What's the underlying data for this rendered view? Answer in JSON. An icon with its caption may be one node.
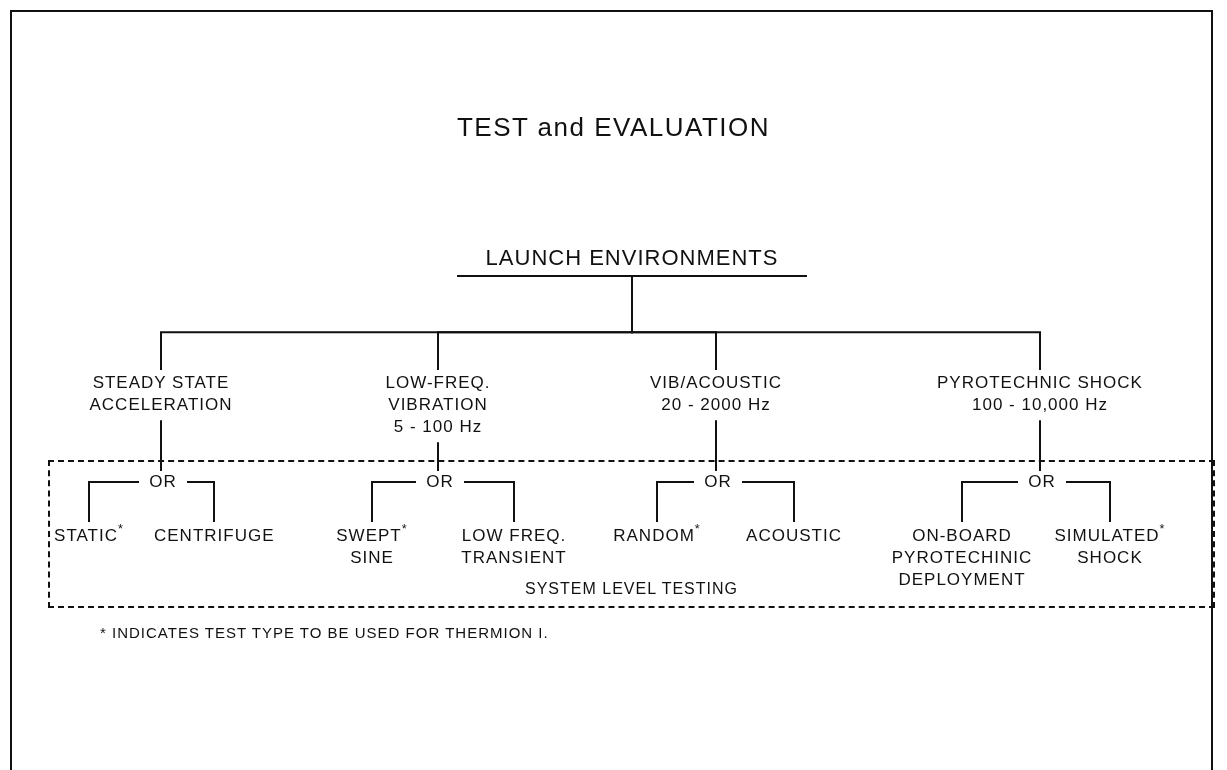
{
  "diagram": {
    "title": "TEST and EVALUATION",
    "nodes": [
      {
        "text": [
          "LAUNCH ENVIRONMENTS"
        ]
      },
      {
        "text": [
          "STEADY STATE ACCELERATION"
        ]
      },
      {
        "text": [
          "LOW-FREQ. VIBRATION",
          "5 - 100 Hz"
        ]
      },
      {
        "text": [
          "VIB/ACOUSTIC",
          "20 - 2000 Hz"
        ]
      },
      {
        "text": [
          "PYROTECHNIC SHOCK",
          "100 - 10,000 Hz"
        ]
      },
      {
        "text": [
          "SYSTEM LEVEL TESTING"
        ]
      },
      {
        "text": [
          "OR"
        ],
        "in": 5
      },
      {
        "text": [
          "STATIC$^{*}$"
        ],
        "in": 5
      },
      {
        "text": [
          "CENTRIFUGE"
        ],
        "in": 5
      },
      {
        "text": [
          "OR"
        ],
        "in": 5
      },
      {
        "text": [
          "SWEPT$^{*}$ SINE"
        ],
        "in": 5
      },
      {
        "text": [
          "LOW FREQ. TRANSIENT"
        ],
        "in": 5
      },
      {
        "text": [
          "OR"
        ],
        "in": 5
      },
      {
        "text": [
          "RANDOM$^{*}$"
        ],
        "in": 5
      },
      {
        "text": [
          "ACOUSTIC"
        ],
        "in": 5
      },
      {
        "text": [
          "OR"
        ],
        "in": 5
      },
      {
        "text": [
          "ON-BOARD PYROTECHINIC DEPLOYMENT"
        ],
        "in": 5
      },
      {
        "text": [
          "SIMULATED$^{*}$ SHOCK"
        ],
        "in": 5
      }
    ],
    "edges": [
      {
        "from": 0,
        "to": 1,
        "arrow": "none"
      },
      {
        "from": 0,
        "to": 2,
        "arrow": "none"
      },
      {
        "from": 0,
        "to": 3,
        "arrow": "none"
      },
      {
        "from": 0,
        "to": 4,
        "arrow": "none"
      },
      {
        "from": 1,
        "to": 6,
        "arrow": "none"
      },
      {
        "from": 2,
        "to": 9,
        "arrow": "none"
      },
      {
        "from": 3,
        "to": 12,
        "arrow": "none"
      },
      {
        "from": 4,
        "to": 15,
        "arrow": "none"
      },
      {
        "from": 6,
        "to": 7,
        "arrow": "none"
      },
      {
        "from": 6,
        "to": 8,
        "arrow": "none"
      },
      {
        "from": 9,
        "to": 10,
        "arrow": "none"
      },
      {
        "from": 9,
        "to": 11,
        "arrow": "none"
      },
      {
        "from": 12,
        "to": 13,
        "arrow": "none"
      },
      {
        "from": 12,
        "to": 14,
        "arrow": "none"
      },
      {
        "from": 15,
        "to": 16,
        "arrow": "none"
      },
      {
        "from": 15,
        "to": 17,
        "arrow": "none"
      }
    ],
    "labels": [
      "* INDICATES TEST TYPE TO BE USED FOR THERMION I."
    ]
  }
}
